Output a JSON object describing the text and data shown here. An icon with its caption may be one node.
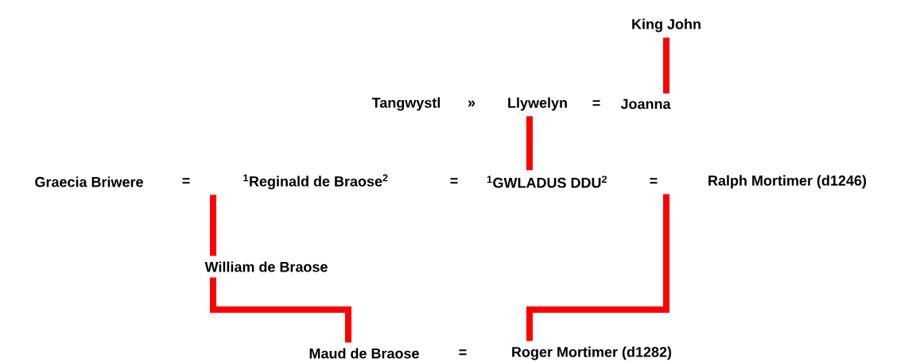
{
  "diagram": {
    "nodes": [
      {
        "text": [
          "King John"
        ]
      },
      {
        "text": [
          "Tangwystl"
        ]
      },
      {
        "text": [
          "Llywelyn"
        ]
      },
      {
        "text": [
          "Joanna"
        ]
      },
      {
        "text": [
          "Graecia Briwere"
        ]
      },
      {
        "text": [
          "$^{1}$Reginald de Braose$^{2}$"
        ]
      },
      {
        "text": [
          "$^{1}$GWLADUS DDU$^{2}$"
        ]
      },
      {
        "text": [
          "Ralph Mortimer (d1246)"
        ]
      },
      {
        "text": [
          "William de Braose"
        ]
      },
      {
        "text": [
          "Maud de Braose"
        ]
      },
      {
        "text": [
          "Roger Mortimer (d1282)"
        ]
      }
    ],
    "edges": [
      {
        "from": 0,
        "to": 3,
        "arrow": "none"
      },
      {
        "from": 2,
        "to": 6,
        "arrow": "none"
      },
      {
        "from": 5,
        "to": 8,
        "arrow": "none"
      },
      {
        "from": 8,
        "to": 9,
        "arrow": "none"
      },
      {
        "from": 7,
        "to": 10,
        "arrow": "none"
      }
    ],
    "labels": [
      "»",
      "=",
      "=",
      "=",
      "=",
      "="
    ]
  }
}
